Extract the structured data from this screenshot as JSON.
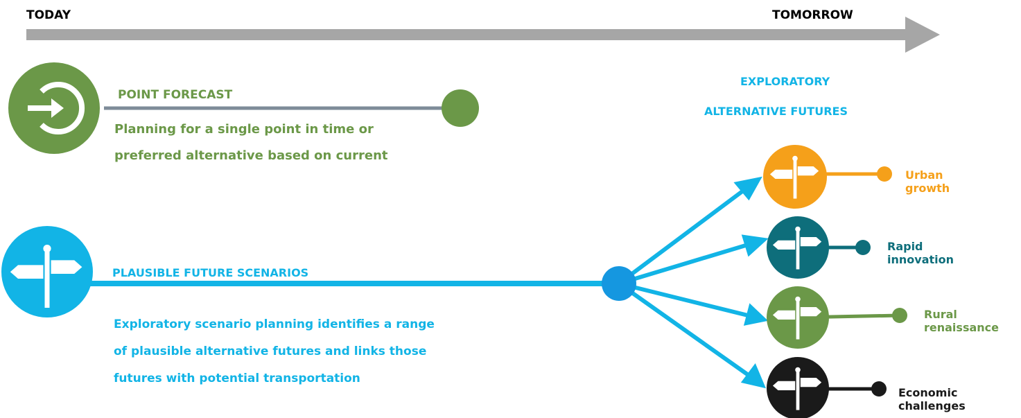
{
  "timeline": {
    "start_label": "TODAY",
    "end_label": "TOMORROW"
  },
  "point_forecast": {
    "title": "POINT FORECAST",
    "line1": "Planning for a single point in time or",
    "line2": "preferred alternative based on current",
    "icon": "arrow-in-circle-icon"
  },
  "plausible": {
    "title": "PLAUSIBLE FUTURE SCENARIOS",
    "line1": "Exploratory scenario planning identifies a range",
    "line2": "of plausible alternative futures and links those",
    "line3": "futures with potential transportation",
    "icon": "signpost-icon"
  },
  "exploratory": {
    "line1": "EXPLORATORY",
    "line2": "ALTERNATIVE FUTURES"
  },
  "futures": [
    {
      "line1": "Urban",
      "line2": "growth",
      "color": "#F5A01A",
      "icon": "signpost-icon"
    },
    {
      "line1": "Rapid",
      "line2": "innovation",
      "color": "#0E6E7B",
      "icon": "signpost-icon"
    },
    {
      "line1": "Rural",
      "line2": "renaissance",
      "color": "#6B9848",
      "icon": "signpost-icon"
    },
    {
      "line1": "Economic",
      "line2": "challenges",
      "color": "#1A1A1A",
      "icon": "signpost-icon"
    }
  ],
  "colors": {
    "timeline_gray": "#A6A6A6",
    "forecast_green": "#6B9848",
    "forecast_line": "#7E8C99",
    "plausible_blue": "#12B4E6",
    "hub_blue": "#1597E0"
  }
}
